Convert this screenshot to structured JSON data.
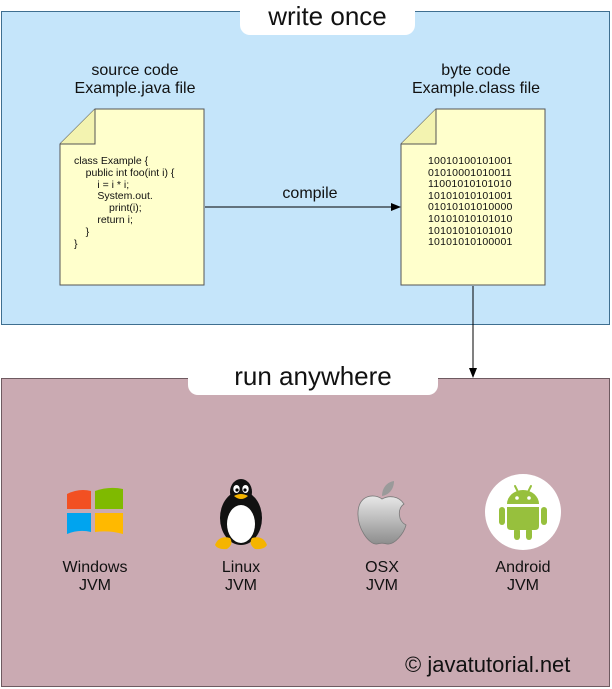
{
  "write_section": {
    "title": "write once"
  },
  "run_section": {
    "title": "run anywhere"
  },
  "source_file": {
    "label_line1": "source code",
    "label_line2": "Example.java file",
    "code": "class Example {\n    public int foo(int i) {\n        i = i * i;\n        System.out.\n            print(i);\n        return i;\n    }\n}"
  },
  "byte_file": {
    "label_line1": "byte code",
    "label_line2": "Example.class file",
    "bytes": "10010100101001\n01010001010011\n11001010101010\n10101010101001\n01010101010000\n10101010101010\n10101010101010\n10101010100001"
  },
  "compile_label": "compile",
  "platforms": [
    {
      "name": "Windows",
      "sub": "JVM",
      "icon": "windows-logo-icon"
    },
    {
      "name": "Linux",
      "sub": "JVM",
      "icon": "tux-penguin-icon"
    },
    {
      "name": "OSX",
      "sub": "JVM",
      "icon": "apple-logo-icon"
    },
    {
      "name": "Android",
      "sub": "JVM",
      "icon": "android-robot-icon"
    }
  ],
  "colors": {
    "write_panel": "#c5e5fa",
    "run_panel": "#caaab2",
    "document": "#ffffcc"
  },
  "copyright": "© javatutorial.net"
}
